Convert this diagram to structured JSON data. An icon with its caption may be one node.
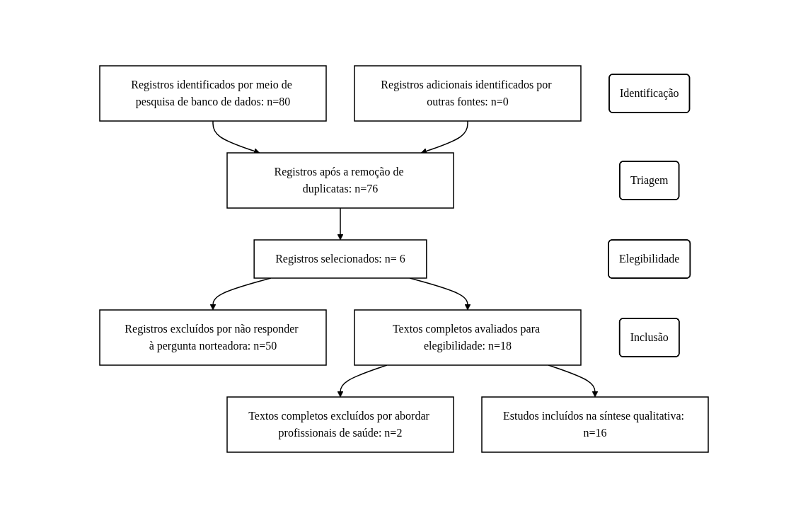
{
  "diagram": {
    "nodes": [
      {
        "text": [
          "Identificação"
        ]
      },
      {
        "text": [
          "Registros identificados por meio de pesquisa de banco de dados: n=80"
        ]
      },
      {
        "text": [
          "Registros adicionais identificados por outras fontes: n=0"
        ]
      },
      {
        "text": [
          "Triagem"
        ]
      },
      {
        "text": [
          "Registros após a remoção de duplicatas: n=76"
        ]
      },
      {
        "text": [
          "Registros selecionados: n= 6"
        ]
      },
      {
        "text": [
          "Registros excluídos por não responder à pergunta norteadora: n=50"
        ]
      },
      {
        "text": [
          "Elegibilidade"
        ]
      },
      {
        "text": [
          "Textos completos avaliados para elegibilidade: n=18"
        ]
      },
      {
        "text": [
          "Textos completos excluídos por abordar profissionais de saúde: n=2"
        ]
      },
      {
        "text": [
          "Inclusão"
        ]
      },
      {
        "text": [
          "Estudos incluídos na síntese qualitativa: n=16"
        ]
      }
    ],
    "edges": [
      {
        "from": 1,
        "to": 4,
        "arrow": "to"
      },
      {
        "from": 2,
        "to": 4,
        "arrow": "to"
      },
      {
        "from": 4,
        "to": 5,
        "arrow": "to"
      },
      {
        "from": 5,
        "to": 6,
        "arrow": "to"
      },
      {
        "from": 5,
        "to": 8,
        "arrow": "to"
      },
      {
        "from": 8,
        "to": 9,
        "arrow": "to"
      },
      {
        "from": 8,
        "to": 11,
        "arrow": "to"
      }
    ]
  }
}
